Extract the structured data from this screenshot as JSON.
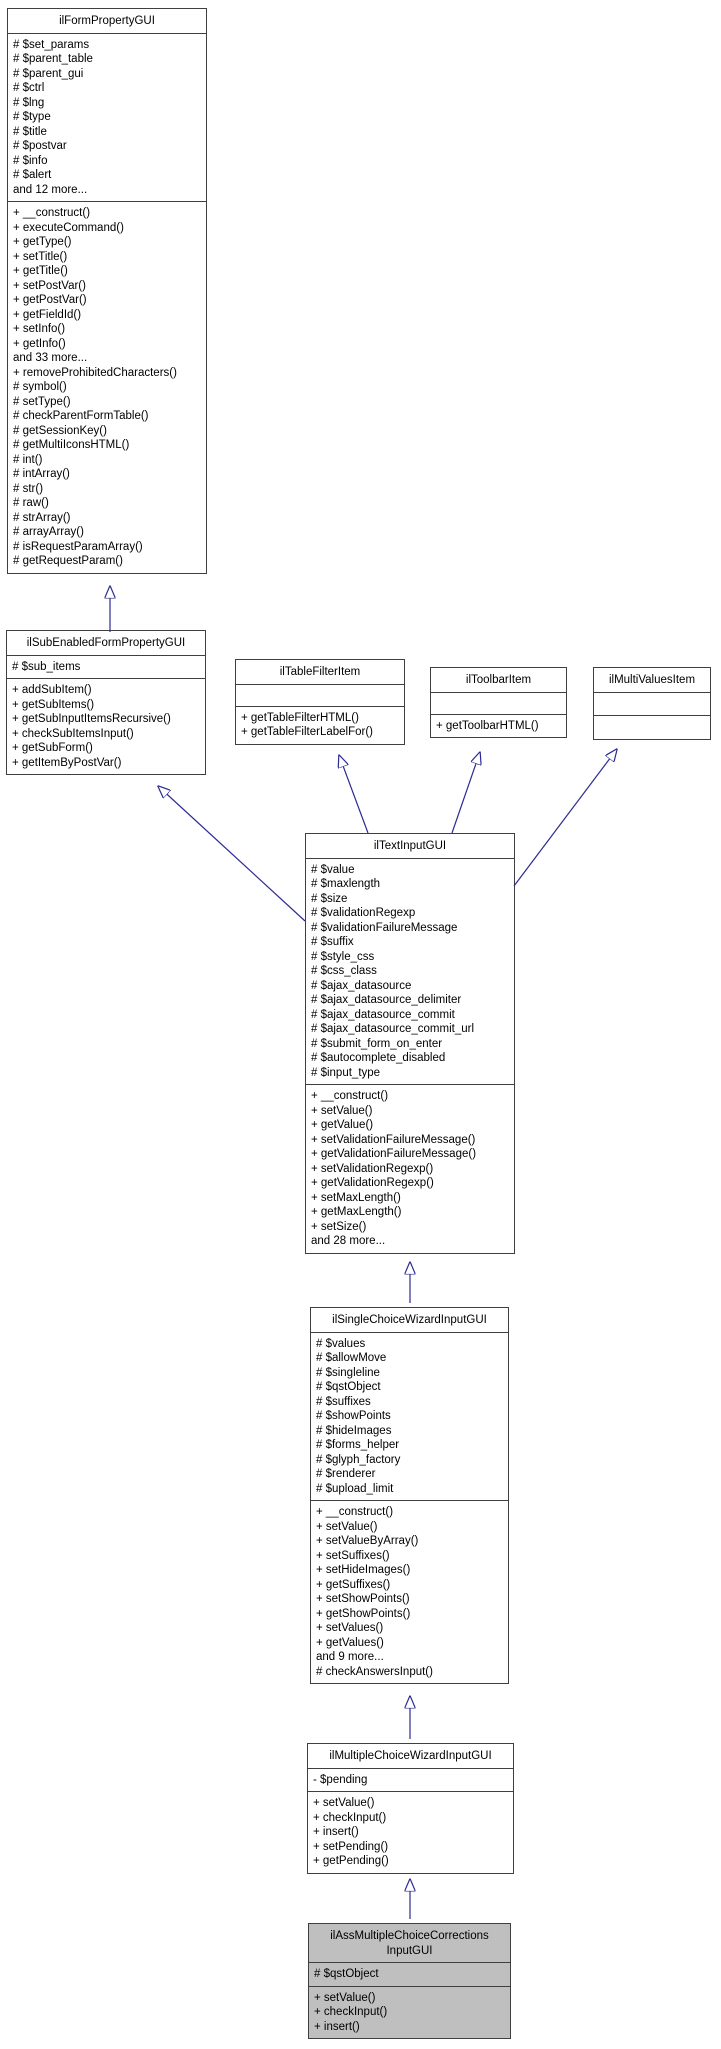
{
  "colors": {
    "arrow": "#2b2b93",
    "box_border": "#3f3f3f",
    "highlight_fill": "#bfbfbf"
  },
  "classes": [
    {
      "title": "ilFormPropertyGUI",
      "attributes": [
        "# $set_params",
        "# $parent_table",
        "# $parent_gui",
        "# $ctrl",
        "# $lng",
        "# $type",
        "# $title",
        "# $postvar",
        "# $info",
        "# $alert",
        "and 12 more..."
      ],
      "methods": [
        "+ __construct()",
        "+ executeCommand()",
        "+ getType()",
        "+ setTitle()",
        "+ getTitle()",
        "+ setPostVar()",
        "+ getPostVar()",
        "+ getFieldId()",
        "+ setInfo()",
        "+ getInfo()",
        "and 33 more...",
        "+ removeProhibitedCharacters()",
        "# symbol()",
        "# setType()",
        "# checkParentFormTable()",
        "# getSessionKey()",
        "# getMultiIconsHTML()",
        "# int()",
        "# intArray()",
        "# str()",
        "# raw()",
        "# strArray()",
        "# arrayArray()",
        "# isRequestParamArray()",
        "# getRequestParam()"
      ]
    },
    {
      "title": "ilSubEnabledFormPropertyGUI",
      "attributes": [
        "# $sub_items"
      ],
      "methods": [
        "+ addSubItem()",
        "+ getSubItems()",
        "+ getSubInputItemsRecursive()",
        "+ checkSubItemsInput()",
        "+ getSubForm()",
        "+ getItemByPostVar()"
      ]
    },
    {
      "title": "ilTableFilterItem",
      "attributes": [],
      "methods": [
        "+ getTableFilterHTML()",
        "+ getTableFilterLabelFor()"
      ]
    },
    {
      "title": "ilToolbarItem",
      "attributes": [],
      "methods": [
        "+ getToolbarHTML()"
      ]
    },
    {
      "title": "ilMultiValuesItem",
      "attributes": [],
      "methods": []
    },
    {
      "title": "ilTextInputGUI",
      "attributes": [
        "# $value",
        "# $maxlength",
        "# $size",
        "# $validationRegexp",
        "# $validationFailureMessage",
        "# $suffix",
        "# $style_css",
        "# $css_class",
        "# $ajax_datasource",
        "# $ajax_datasource_delimiter",
        "# $ajax_datasource_commit",
        "# $ajax_datasource_commit_url",
        "# $submit_form_on_enter",
        "# $autocomplete_disabled",
        "# $input_type"
      ],
      "methods": [
        "+ __construct()",
        "+ setValue()",
        "+ getValue()",
        "+ setValidationFailureMessage()",
        "+ getValidationFailureMessage()",
        "+ setValidationRegexp()",
        "+ getValidationRegexp()",
        "+ setMaxLength()",
        "+ getMaxLength()",
        "+ setSize()",
        "and 28 more..."
      ]
    },
    {
      "title": "ilSingleChoiceWizardInputGUI",
      "attributes": [
        "# $values",
        "# $allowMove",
        "# $singleline",
        "# $qstObject",
        "# $suffixes",
        "# $showPoints",
        "# $hideImages",
        "# $forms_helper",
        "# $glyph_factory",
        "# $renderer",
        "# $upload_limit"
      ],
      "methods": [
        "+ __construct()",
        "+ setValue()",
        "+ setValueByArray()",
        "+ setSuffixes()",
        "+ setHideImages()",
        "+ getSuffixes()",
        "+ setShowPoints()",
        "+ getShowPoints()",
        "+ setValues()",
        "+ getValues()",
        "and 9 more...",
        "# checkAnswersInput()"
      ]
    },
    {
      "title": "ilMultipleChoiceWizardInputGUI",
      "attributes": [
        "- $pending"
      ],
      "methods": [
        "+ setValue()",
        "+ checkInput()",
        "+ insert()",
        "+ setPending()",
        "+ getPending()"
      ]
    },
    {
      "title": "ilAssMultipleChoiceCorrections\nInputGUI",
      "attributes": [
        "# $qstObject"
      ],
      "methods": [
        "+ setValue()",
        "+ checkInput()",
        "+ insert()"
      ]
    }
  ]
}
